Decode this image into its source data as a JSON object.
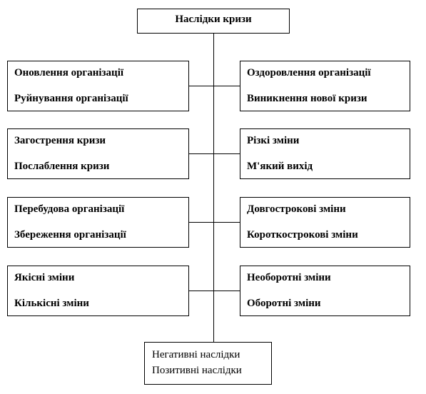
{
  "title": "Наслідки кризи",
  "pairs": [
    {
      "left": [
        "Оновлення організації",
        "Руйнування організації"
      ],
      "right": [
        "Оздоровлення організації",
        "Виникнення нової кризи"
      ]
    },
    {
      "left": [
        "Загострення кризи",
        "Послаблення кризи"
      ],
      "right": [
        "Різкі зміни",
        "М'який вихід"
      ]
    },
    {
      "left": [
        "Перебудова організації",
        "Збереження організації"
      ],
      "right": [
        "Довгострокові зміни",
        "Короткострокові зміни"
      ]
    },
    {
      "left": [
        "Якісні зміни",
        "Кількісні зміни"
      ],
      "right": [
        "Необоротні зміни",
        "Оборотні зміни"
      ]
    }
  ],
  "bottom": [
    "Негативні наслідки",
    "Позитивні наслідки"
  ]
}
